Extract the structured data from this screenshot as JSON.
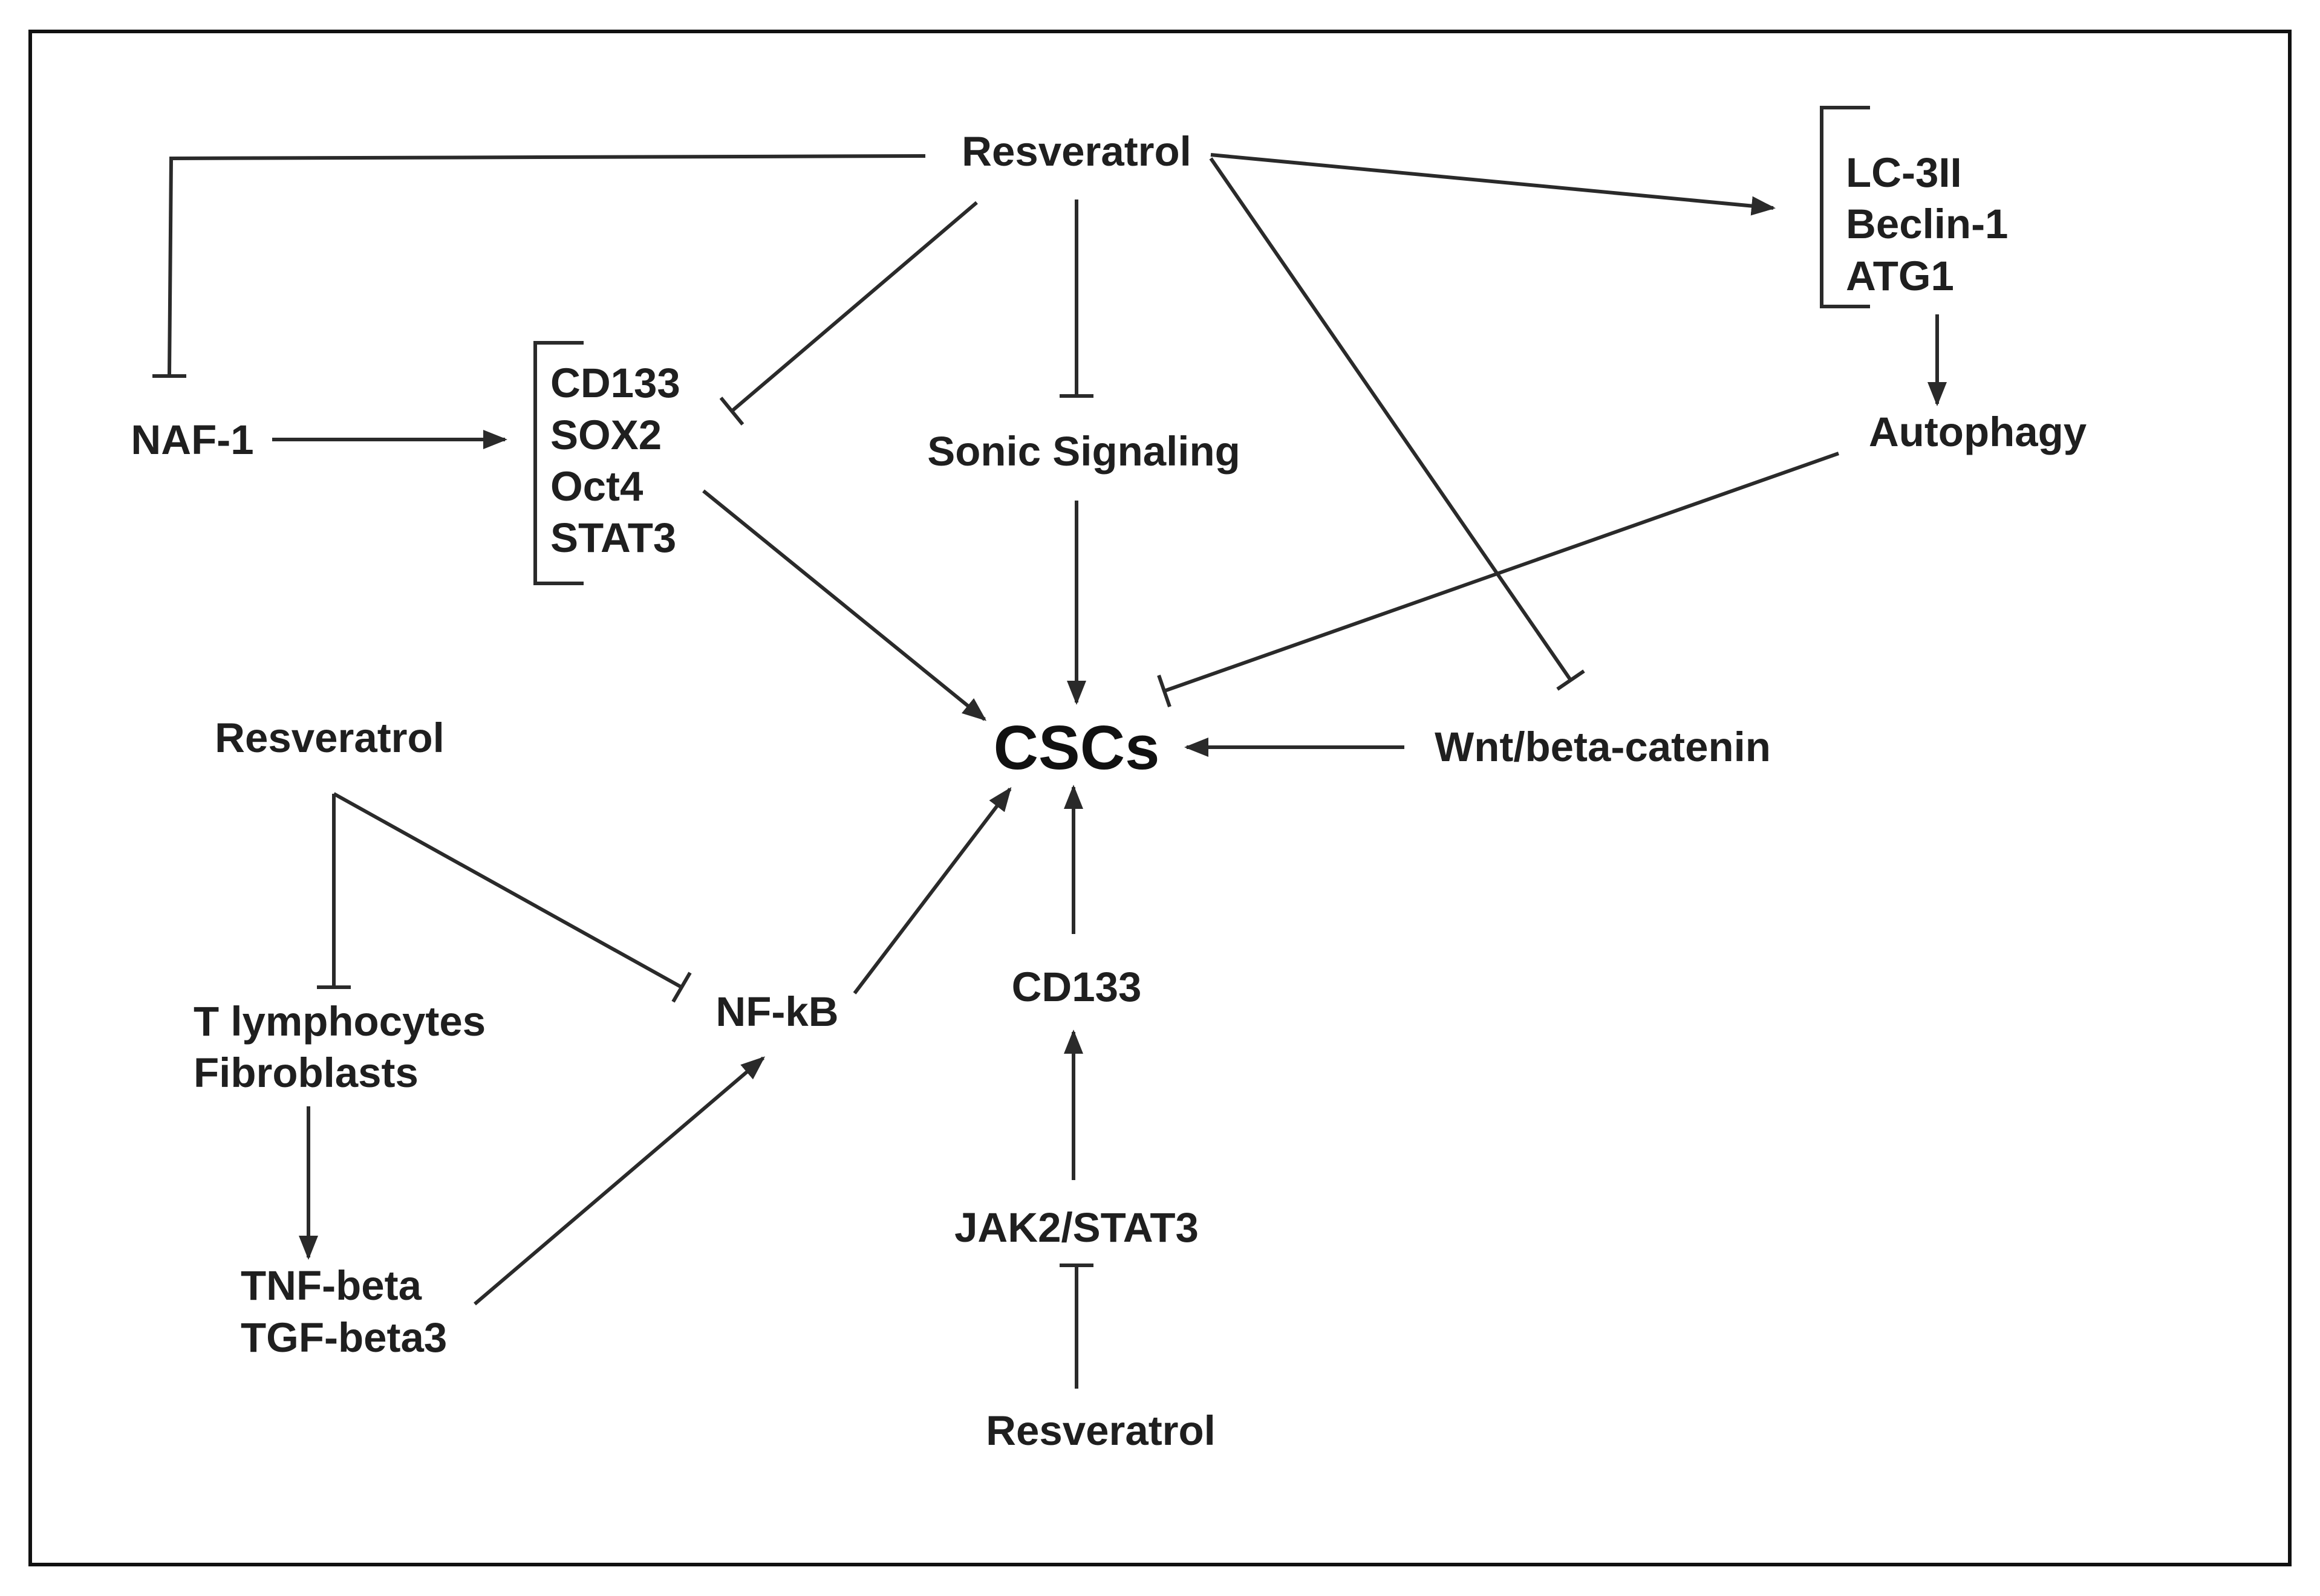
{
  "nodes": {
    "resveratrol_top": "Resveratrol",
    "naf1": "NAF-1",
    "stem_markers": [
      "CD133",
      "SOX2",
      "Oct4",
      "STAT3"
    ],
    "sonic": "Sonic Signaling",
    "autophagy_markers": [
      "LC-3II",
      "Beclin-1",
      "ATG1"
    ],
    "autophagy": "Autophagy",
    "cscs": "CSCs",
    "wnt": "Wnt/beta-catenin",
    "resveratrol_left": "Resveratrol",
    "t_lymph": "T lymphocytes",
    "fibroblasts": "Fibroblasts",
    "tnf": "TNF-beta",
    "tgf": "TGF-beta3",
    "nfkb": "NF-kB",
    "cd133": "CD133",
    "jak2": "JAK2/STAT3",
    "resveratrol_bottom": "Resveratrol"
  },
  "edges": [
    {
      "from": "resveratrol_top",
      "to": "naf1",
      "type": "inhibit"
    },
    {
      "from": "resveratrol_top",
      "to": "stem_markers",
      "type": "inhibit"
    },
    {
      "from": "resveratrol_top",
      "to": "sonic",
      "type": "inhibit"
    },
    {
      "from": "resveratrol_top",
      "to": "wnt",
      "type": "inhibit"
    },
    {
      "from": "resveratrol_top",
      "to": "autophagy_markers",
      "type": "activate"
    },
    {
      "from": "naf1",
      "to": "stem_markers",
      "type": "activate"
    },
    {
      "from": "stem_markers",
      "to": "cscs",
      "type": "activate"
    },
    {
      "from": "sonic",
      "to": "cscs",
      "type": "activate"
    },
    {
      "from": "autophagy_markers",
      "to": "autophagy",
      "type": "activate"
    },
    {
      "from": "autophagy",
      "to": "cscs",
      "type": "inhibit"
    },
    {
      "from": "wnt",
      "to": "cscs",
      "type": "activate"
    },
    {
      "from": "resveratrol_left",
      "to": "t_lymph",
      "type": "inhibit"
    },
    {
      "from": "resveratrol_left",
      "to": "nfkb",
      "type": "inhibit"
    },
    {
      "from": "t_lymph",
      "to": "tnf",
      "type": "activate"
    },
    {
      "from": "tnf",
      "to": "nfkb",
      "type": "activate"
    },
    {
      "from": "nfkb",
      "to": "cscs",
      "type": "activate"
    },
    {
      "from": "cd133",
      "to": "cscs",
      "type": "activate"
    },
    {
      "from": "jak2",
      "to": "cd133",
      "type": "activate"
    },
    {
      "from": "resveratrol_bottom",
      "to": "jak2",
      "type": "inhibit"
    }
  ],
  "colors": {
    "line": "#2a2a2a",
    "text": "#1f1f1f",
    "frame": "#111111",
    "background": "#ffffff"
  }
}
